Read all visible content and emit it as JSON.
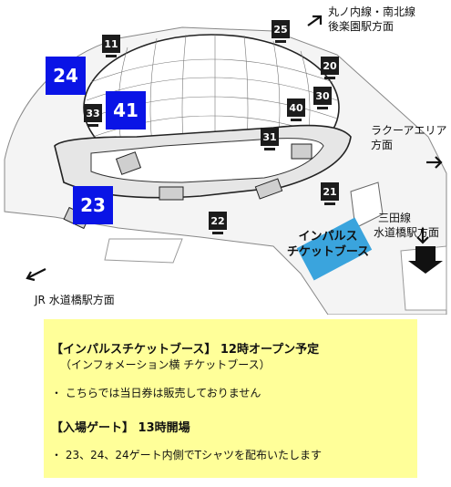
{
  "map": {
    "gates_black": [
      {
        "id": "gate-11",
        "label": "11"
      },
      {
        "id": "gate-25",
        "label": "25"
      },
      {
        "id": "gate-20",
        "label": "20"
      },
      {
        "id": "gate-30",
        "label": "30"
      },
      {
        "id": "gate-40",
        "label": "40"
      },
      {
        "id": "gate-33",
        "label": "33"
      },
      {
        "id": "gate-31",
        "label": "31"
      },
      {
        "id": "gate-21",
        "label": "21"
      },
      {
        "id": "gate-22",
        "label": "22"
      }
    ],
    "gates_blue": [
      {
        "id": "gate-24",
        "label": "24"
      },
      {
        "id": "gate-41",
        "label": "41"
      },
      {
        "id": "gate-23",
        "label": "23"
      }
    ],
    "directions": {
      "marunouchi_line1": "丸ノ内線・南北線",
      "marunouchi_line2": "後楽園駅方面",
      "laqua1": "ラクーアエリア",
      "laqua2": "方面",
      "mita1": "三田線",
      "mita2": "水道橋駅方面",
      "jr": "JR 水道橋駅方面"
    },
    "booth": {
      "label": "インパルス\nチケットブース",
      "color": "#3aa4dd"
    },
    "gate_color_blue": "#0a14e6"
  },
  "info": {
    "heading1": "【インパルスチケットブース】 12時オープン予定",
    "sub1": "（インフォメーション横 チケットブース）",
    "note1": "・ こちらでは当日券は販売しておりません",
    "heading2": "【入場ゲート】 13時開場",
    "note2": "・ 23、24、24ゲート内側でTシャツを配布いたします",
    "background": "#ffff99"
  }
}
